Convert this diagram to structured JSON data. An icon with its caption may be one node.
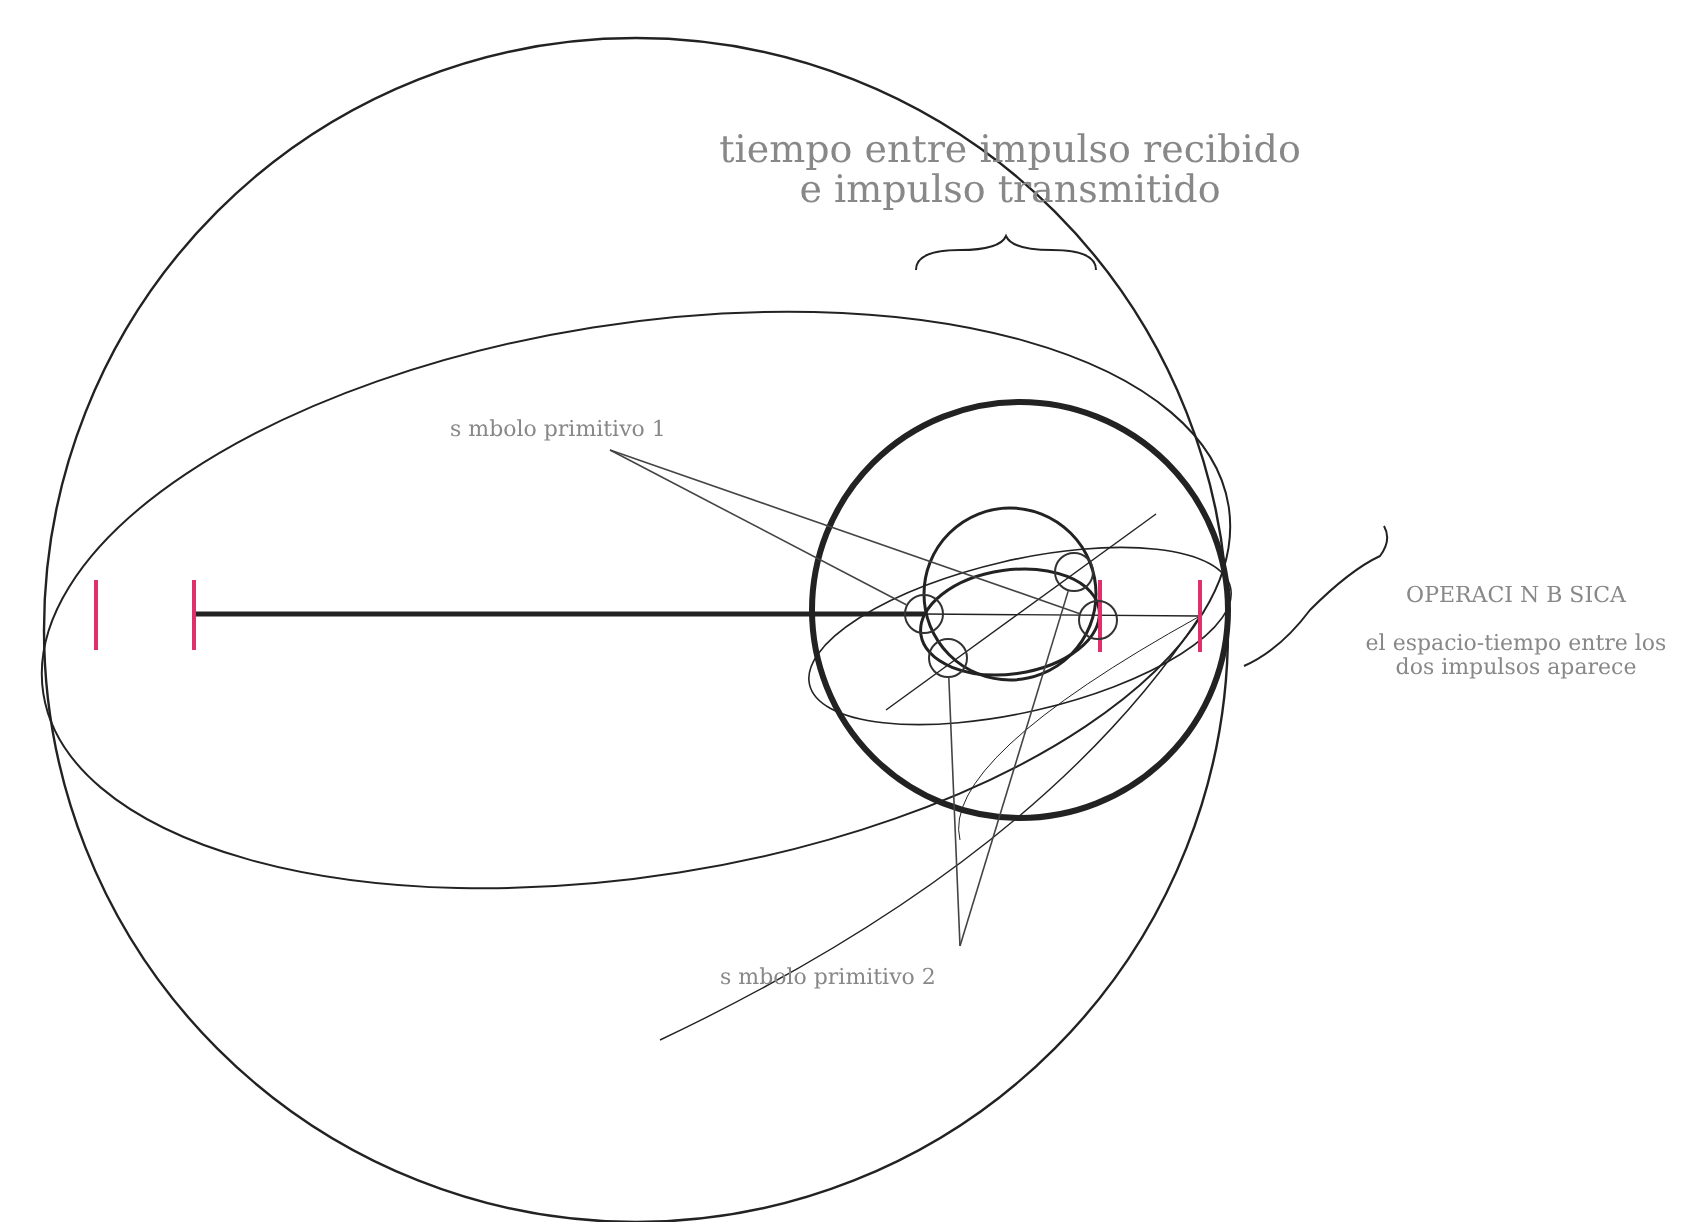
{
  "diagram": {
    "nodes": [
      {
        "text": [
          "s mbolo primitivo 1"
        ]
      },
      {
        "text": [],
        "shape": "circle"
      },
      {
        "text": [],
        "shape": "circle"
      },
      {
        "text": [
          "s mbolo primitivo 2"
        ]
      },
      {
        "text": [],
        "shape": "circle"
      },
      {
        "text": [],
        "shape": "circle"
      }
    ],
    "edges": [
      {
        "from": 0,
        "to": 1,
        "arrow": "none"
      },
      {
        "from": 0,
        "to": 2,
        "arrow": "none"
      },
      {
        "from": 3,
        "to": 4,
        "arrow": "none"
      },
      {
        "from": 3,
        "to": 5,
        "arrow": "none"
      }
    ],
    "labels": [
      "tiempo entre impulso recibido e impulso transmitido",
      "OPERACI N B SICA",
      "el espacio-tiempo entre los dos impulsos aparece"
    ]
  }
}
